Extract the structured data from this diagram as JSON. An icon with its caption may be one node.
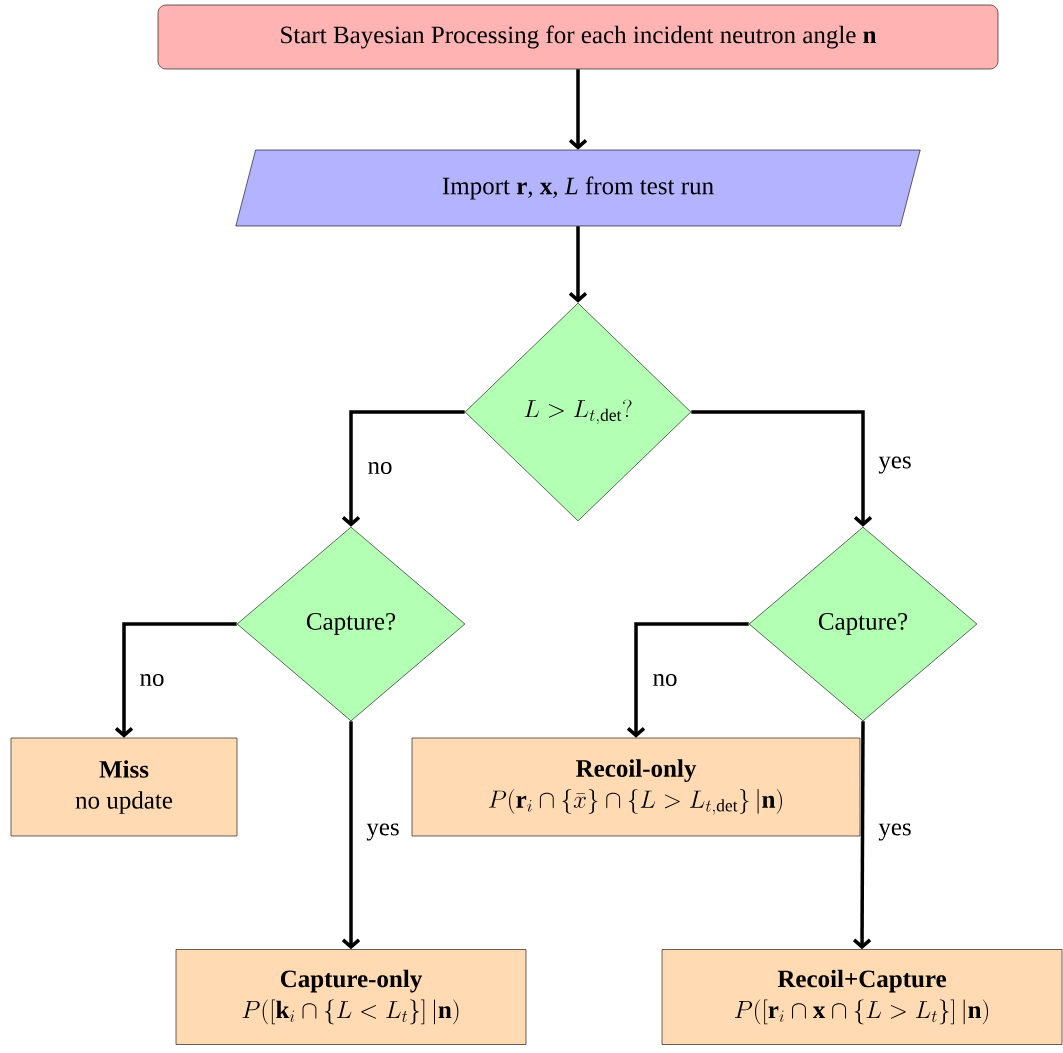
{
  "diagram": {
    "nodes": [
      {
        "text": [
          "Start Bayesian Processing for each incident neutron angle **n**"
        ]
      },
      {
        "text": [
          "Import **r**, **x**, *L* from test run"
        ]
      },
      {
        "text": [
          "L > L_{t,\\mathrm{det}}?"
        ]
      },
      {
        "text": [
          "Capture?"
        ]
      },
      {
        "text": [
          "Capture?"
        ]
      },
      {
        "text": [
          "Miss",
          "no update"
        ]
      },
      {
        "text": [
          "Recoil-only",
          "P(\\mathbf{r}_i \\cap \\{\\bar{x}\\} \\cap \\left\\{L > L_{t,\\mathrm{det}}\\right\\} |\\mathbf{n})"
        ]
      },
      {
        "text": [
          "Capture-only",
          "P(\\left[\\mathbf{k}_i \\cap \\{L < L_t\\}\\right] |\\mathbf{n})"
        ]
      },
      {
        "text": [
          "Recoil+Capture",
          "P(\\left[\\mathbf{r}_i \\cap \\mathbf{x} \\cap \\{L > L_t\\}\\right] |\\mathbf{n})"
        ]
      }
    ],
    "edges": [
      {
        "from": 0,
        "to": 1,
        "arrow": "to"
      },
      {
        "from": 1,
        "to": 2,
        "arrow": "to"
      },
      {
        "from": 2,
        "to": 3,
        "arrow": "to",
        "label": "no"
      },
      {
        "from": 2,
        "to": 4,
        "arrow": "to",
        "label": "yes"
      },
      {
        "from": 3,
        "to": 5,
        "arrow": "to",
        "label": "no"
      },
      {
        "from": 3,
        "to": 7,
        "arrow": "to",
        "label": "yes"
      },
      {
        "from": 4,
        "to": 6,
        "arrow": "to",
        "label": "no"
      },
      {
        "from": 4,
        "to": 8,
        "arrow": "to",
        "label": "yes"
      }
    ]
  }
}
